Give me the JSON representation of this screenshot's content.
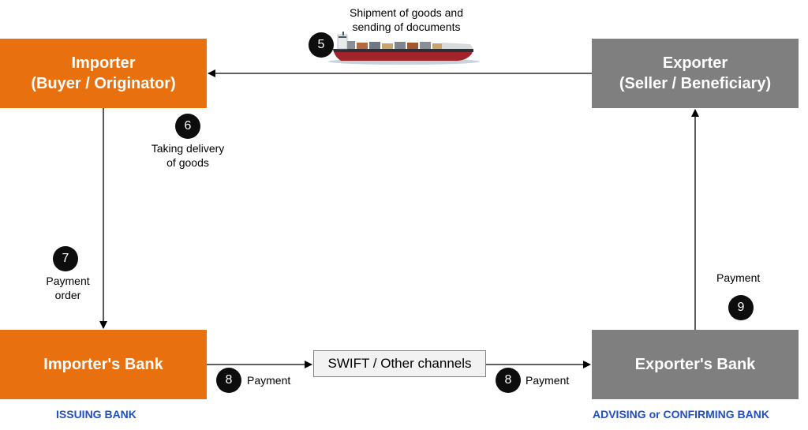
{
  "boxes": {
    "importer": {
      "line1": "Importer",
      "line2": "(Buyer / Originator)"
    },
    "exporter": {
      "line1": "Exporter",
      "line2": "(Seller / Beneficiary)"
    },
    "importer_bank": {
      "label": "Importer's Bank"
    },
    "exporter_bank": {
      "label": "Exporter's Bank"
    },
    "swift": {
      "label": "SWIFT / Other channels"
    }
  },
  "bank_roles": {
    "issuing": "ISSUING BANK",
    "advising": "ADVISING or CONFIRMING BANK"
  },
  "steps": {
    "s5": {
      "number": "5",
      "line1": "Shipment of goods and",
      "line2": "sending of documents"
    },
    "s6": {
      "number": "6",
      "line1": "Taking delivery",
      "line2": "of goods"
    },
    "s7": {
      "number": "7",
      "line1": "Payment",
      "line2": "order"
    },
    "s8a": {
      "number": "8",
      "text": "Payment"
    },
    "s8b": {
      "number": "8",
      "text": "Payment"
    },
    "s9": {
      "number": "9",
      "text": "Payment"
    }
  },
  "icons": {
    "ship": "cargo-ship-icon"
  },
  "colors": {
    "importer_side": "#e8700e",
    "exporter_side": "#7f7f7f",
    "bank_role_text": "#1f4fc8",
    "step_badge": "#0d0d0d"
  }
}
